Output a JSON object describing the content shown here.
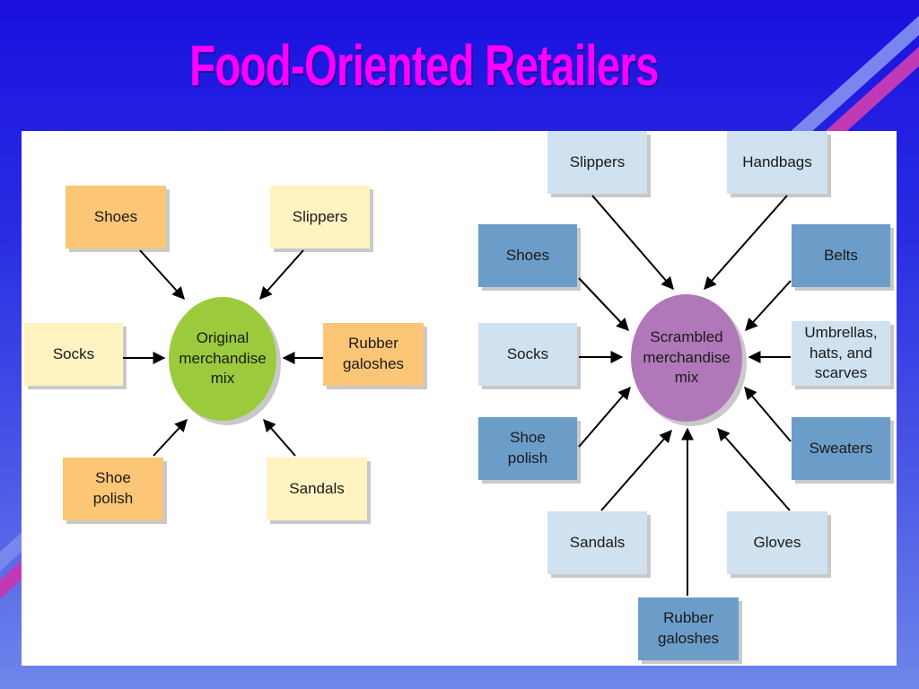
{
  "title": "Food-Oriented Retailers",
  "colors": {
    "title": "#ff00ff",
    "orange": "#fbc675",
    "pale_yellow": "#fff3c2",
    "green": "#9bcb3c",
    "light_blue": "#d0e2ef",
    "mid_blue": "#6c9dc9",
    "purple": "#b078b8"
  },
  "left_diagram": {
    "center": "Original\nmerchandise\nmix",
    "items": {
      "shoes": "Shoes",
      "slippers": "Slippers",
      "socks": "Socks",
      "rubber_galoshes": "Rubber\ngaloshes",
      "shoe_polish": "Shoe\npolish",
      "sandals": "Sandals"
    }
  },
  "right_diagram": {
    "center": "Scrambled\nmerchandise\nmix",
    "items": {
      "slippers": "Slippers",
      "handbags": "Handbags",
      "shoes": "Shoes",
      "belts": "Belts",
      "socks": "Socks",
      "umbrellas": "Umbrellas,\nhats, and\nscarves",
      "shoe_polish": "Shoe\npolish",
      "sweaters": "Sweaters",
      "sandals": "Sandals",
      "gloves": "Gloves",
      "rubber_galoshes": "Rubber\ngaloshes"
    }
  }
}
